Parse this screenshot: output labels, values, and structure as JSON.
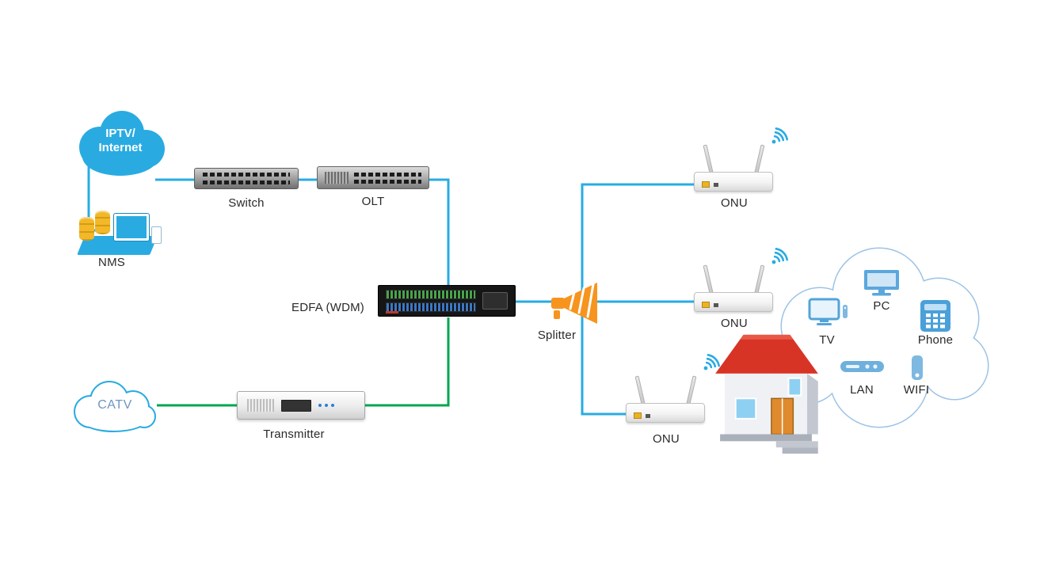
{
  "nodes": {
    "iptv": {
      "line1": "IPTV/",
      "line2": "Internet"
    },
    "nms": {
      "label": "NMS"
    },
    "switch": {
      "label": "Switch"
    },
    "olt": {
      "label": "OLT"
    },
    "edfa": {
      "label": "EDFA (WDM)"
    },
    "splitter": {
      "label": "Splitter"
    },
    "onu1": {
      "label": "ONU"
    },
    "onu2": {
      "label": "ONU"
    },
    "onu3": {
      "label": "ONU"
    },
    "catv": {
      "label": "CATV"
    },
    "transmitter": {
      "label": "Transmitter"
    },
    "tv": {
      "label": "TV"
    },
    "pc": {
      "label": "PC"
    },
    "phone": {
      "label": "Phone"
    },
    "lan": {
      "label": "LAN"
    },
    "wifi": {
      "label": "WIFI"
    }
  },
  "colors": {
    "data_link": "#29abe2",
    "catv_link": "#00a651",
    "splitter_orange": "#f7941e",
    "cloud_blue": "#29abe2"
  }
}
